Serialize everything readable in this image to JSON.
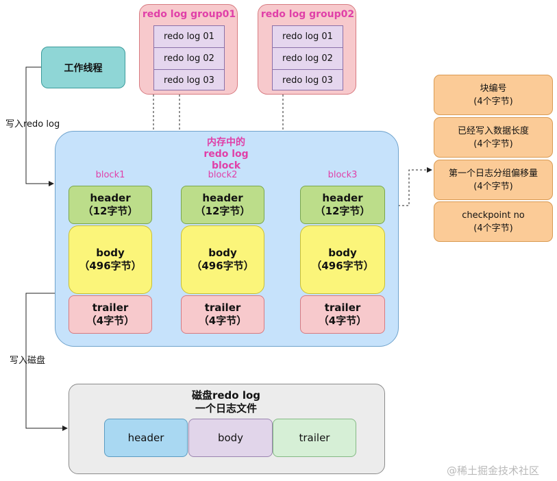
{
  "worker": {
    "label": "工作线程"
  },
  "groups": [
    {
      "title": "redo log group01",
      "logs": [
        "redo log 01",
        "redo log 02",
        "redo log 03"
      ]
    },
    {
      "title": "redo log group02",
      "logs": [
        "redo log 01",
        "redo log 02",
        "redo log 03"
      ]
    }
  ],
  "memory": {
    "title_line1": "内存中的",
    "title_line2": "redo log block",
    "blocks": [
      {
        "name": "block1",
        "header": "header",
        "header_size": "（12字节）",
        "body": "body",
        "body_size": "（496字节）",
        "trailer": "trailer",
        "trailer_size": "（4字节）"
      },
      {
        "name": "block2",
        "header": "header",
        "header_size": "（12字节）",
        "body": "body",
        "body_size": "（496字节）",
        "trailer": "trailer",
        "trailer_size": "（4字节）"
      },
      {
        "name": "block3",
        "header": "header",
        "header_size": "（12字节）",
        "body": "body",
        "body_size": "（496字节）",
        "trailer": "trailer",
        "trailer_size": "（4字节）"
      }
    ]
  },
  "header_details": [
    {
      "line1": "块编号",
      "line2": "(4个字节)"
    },
    {
      "line1": "已经写入数据长度",
      "line2": "(4个字节)"
    },
    {
      "line1": "第一个日志分组偏移量",
      "line2": "(4个字节)"
    },
    {
      "line1": "checkpoint no",
      "line2": "(4个字节)"
    }
  ],
  "labels": {
    "write_redo": "写入redo log",
    "write_disk": "写入磁盘"
  },
  "disk": {
    "title_line1": "磁盘redo log",
    "title_line2": "一个日志文件",
    "segments": [
      "header",
      "body",
      "trailer"
    ]
  },
  "watermark": "@稀土掘金技术社区"
}
